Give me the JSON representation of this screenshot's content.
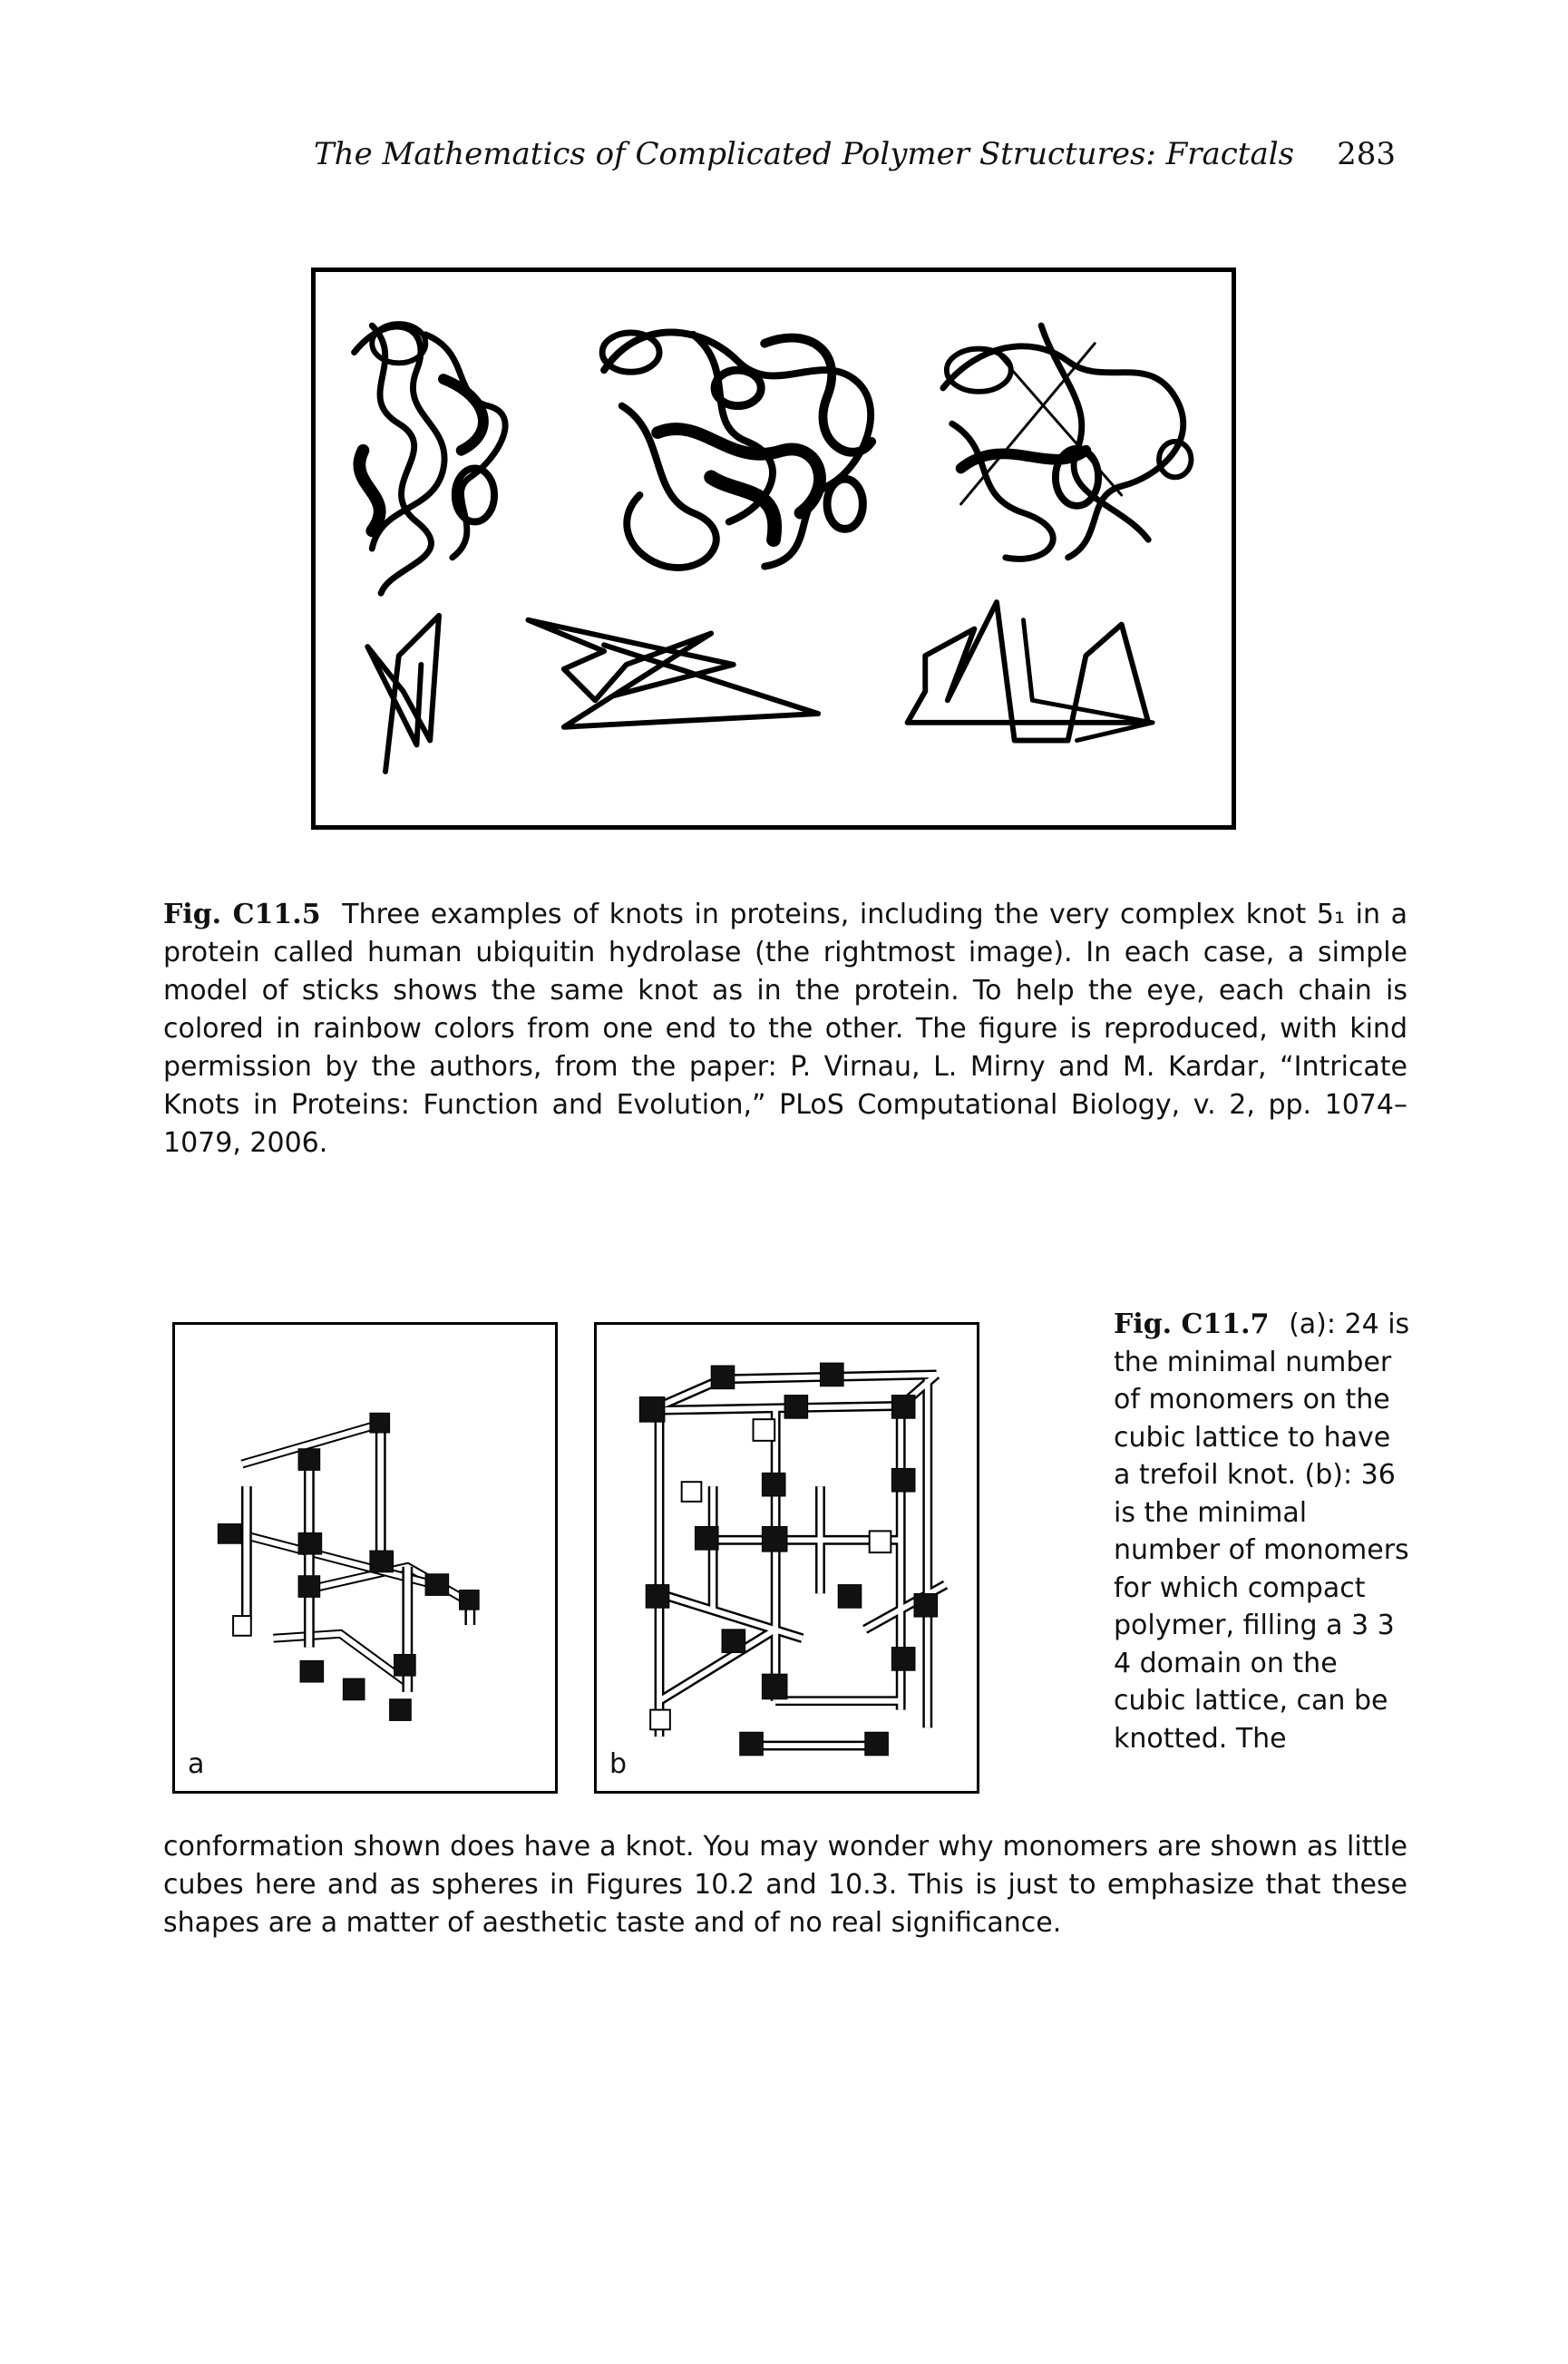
{
  "header": {
    "running_title": "The Mathematics of Complicated Polymer Structures: Fractals",
    "page_number": "283"
  },
  "figure_c11_5": {
    "label": "Fig. C11.5",
    "caption": "Three examples of knots in proteins, including the very complex knot 5₁ in a protein called human ubiquitin hydrolase (the rightmost image). In each case, a simple model of sticks shows the same knot as in the protein. To help the eye, each chain is colored in rainbow colors from one end to the other. The figure is reproduced, with kind permission by the authors, from the paper: P. Virnau, L. Mirny and M. Kardar, “Intricate Knots in Proteins: Function and Evolution,” PLoS Computational Biology, v. 2, pp. 1074–1079, 2006."
  },
  "figure_c11_7": {
    "panel_a_letter": "a",
    "panel_b_letter": "b",
    "label": "Fig. C11.7",
    "caption_side": "(a): 24 is the minimal number of monomers on the cubic lattice to have a trefoil knot. (b): 36 is the minimal number of monomers for which compact polymer, filling a 3 3 4 domain on the cubic lattice, can be knotted. The",
    "caption_continued": "conformation shown does have a knot. You may wonder why monomers are shown as little cubes here and as spheres in Figures 10.2 and 10.3. This is just to emphasize that these shapes are a matter of aesthetic taste and of no real significance."
  }
}
